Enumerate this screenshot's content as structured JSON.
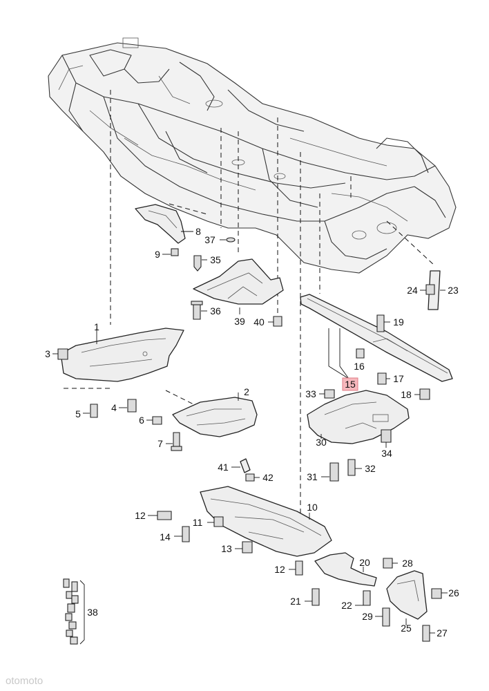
{
  "diagram": {
    "callouts": {
      "c1": "1",
      "c2": "2",
      "c3": "3",
      "c4": "4",
      "c5": "5",
      "c6": "6",
      "c7": "7",
      "c8": "8",
      "c9": "9",
      "c10": "10",
      "c11": "11",
      "c12a": "12",
      "c12b": "12",
      "c13": "13",
      "c14": "14",
      "c15": "15",
      "c16": "16",
      "c17": "17",
      "c18": "18",
      "c19": "19",
      "c20": "20",
      "c21": "21",
      "c22": "22",
      "c23": "23",
      "c24": "24",
      "c25": "25",
      "c26": "26",
      "c27": "27",
      "c28": "28",
      "c29": "29",
      "c30": "30",
      "c31": "31",
      "c32": "32",
      "c33": "33",
      "c34": "34",
      "c35": "35",
      "c36": "36",
      "c37": "37",
      "c38": "38",
      "c39": "39",
      "c40": "40",
      "c41": "41",
      "c42": "42"
    },
    "highlighted_callout": "15",
    "highlight_color": "#f6b8bd",
    "line_color": "#222222",
    "part_fill_color": "#eeeeee"
  },
  "watermark": {
    "text": "otomoto"
  }
}
